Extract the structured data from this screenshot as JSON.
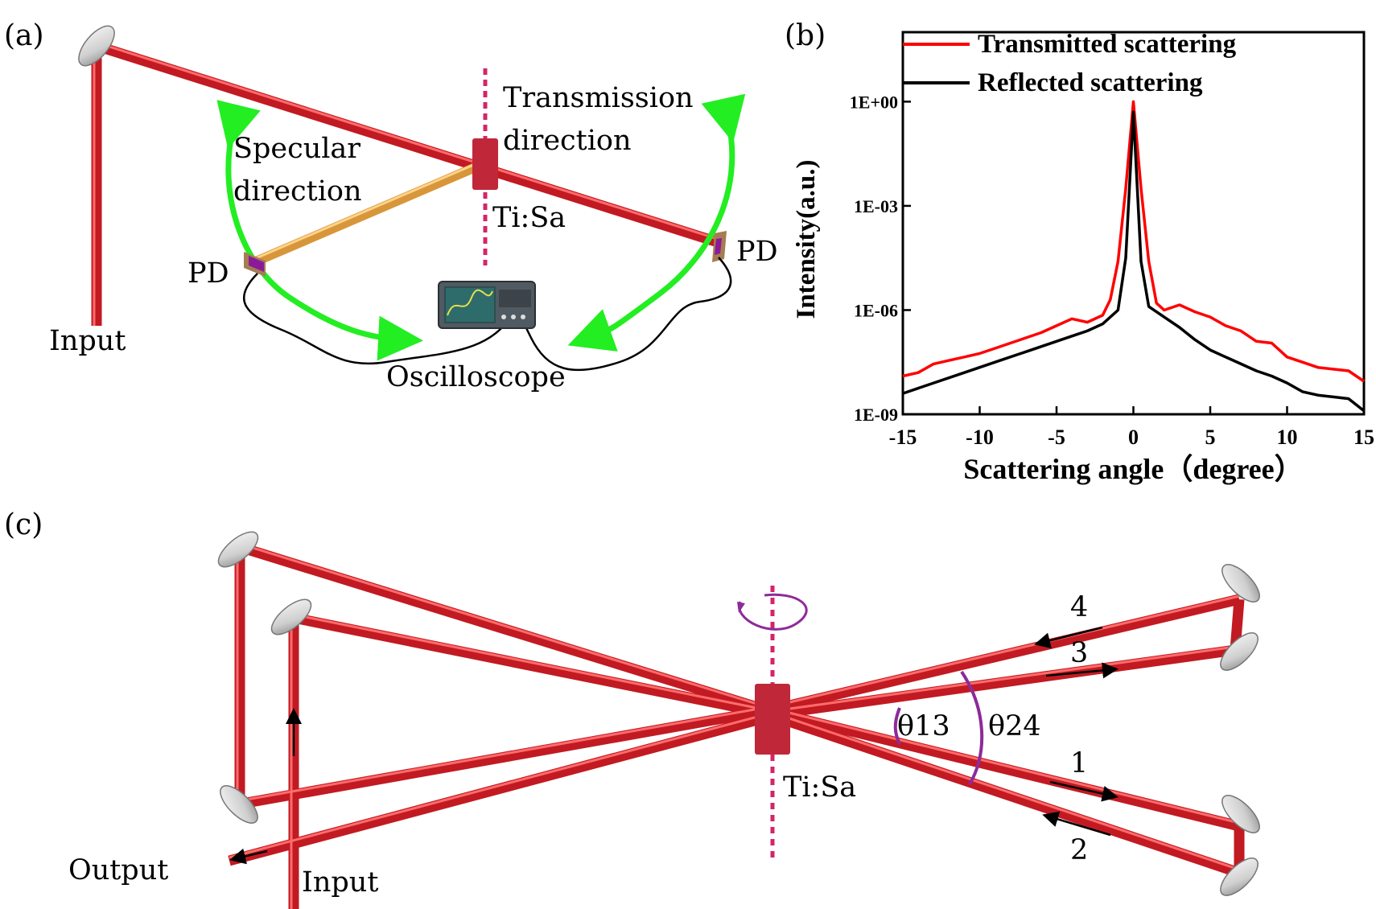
{
  "panel_a": {
    "label": "(a)",
    "input_label": "Input",
    "specular_line1": "Specular",
    "specular_line2": "direction",
    "transmission_line1": "Transmission",
    "transmission_line2": "direction",
    "crystal_label": "Ti:Sa",
    "pd_left_label": "PD",
    "pd_right_label": "PD",
    "oscilloscope_label": "Oscilloscope"
  },
  "panel_b": {
    "label": "(b)"
  },
  "panel_c": {
    "label": "(c)",
    "output_label": "Output",
    "input_label": "Input",
    "crystal_label": "Ti:Sa",
    "theta13": "θ13",
    "theta24": "θ24",
    "beam1": "1",
    "beam2": "2",
    "beam3": "3",
    "beam4": "4"
  },
  "colors": {
    "beam": "#e0202a",
    "scatter_beam": "#f0b060",
    "crystal": "#c0283a",
    "axis_dash": "#d4246a",
    "arrow_green": "#22ee22",
    "angle_purple": "#8e2a9a",
    "series_transmitted": "#ff0000",
    "series_reflected": "#000000"
  },
  "chart_data": {
    "type": "line",
    "xlabel": "Scattering angle（degree）",
    "ylabel": "Intensity(a.u.)",
    "xlim": [
      -15,
      15
    ],
    "ylim_log10": [
      -9,
      2
    ],
    "y_scale": "log",
    "x_ticks": [
      -15,
      -10,
      -5,
      0,
      5,
      10,
      15
    ],
    "x_tick_labels": [
      "-15",
      "-10",
      "-5",
      "0",
      "5",
      "10",
      "15"
    ],
    "y_ticks_log10": [
      -9,
      -6,
      -3,
      0
    ],
    "y_tick_labels": [
      "1E-09",
      "1E-06",
      "1E-03",
      "1E+00"
    ],
    "legend_position": "top",
    "series": [
      {
        "name": "Transmitted scattering",
        "color": "#ff0000",
        "x": [
          -15,
          -14,
          -13,
          -12,
          -11,
          -10,
          -9,
          -8,
          -7,
          -6,
          -5,
          -4,
          -3,
          -2,
          -1.5,
          -1,
          -0.5,
          0,
          0.5,
          1,
          1.5,
          2,
          3,
          4,
          5,
          6,
          7,
          8,
          9,
          10,
          11,
          12,
          13,
          14,
          15
        ],
        "y_log10": [
          -7.9,
          -7.8,
          -7.55,
          -7.45,
          -7.35,
          -7.25,
          -7.1,
          -6.95,
          -6.8,
          -6.65,
          -6.45,
          -6.25,
          -6.35,
          -6.15,
          -5.7,
          -4.6,
          -2.5,
          0,
          -2.5,
          -4.6,
          -5.8,
          -6.0,
          -5.85,
          -6.05,
          -6.2,
          -6.45,
          -6.6,
          -6.9,
          -6.95,
          -7.35,
          -7.5,
          -7.65,
          -7.7,
          -7.75,
          -8.05
        ]
      },
      {
        "name": "Reflected scattering",
        "color": "#000000",
        "x": [
          -15,
          -13,
          -11,
          -9,
          -7,
          -5,
          -4,
          -3,
          -2,
          -1,
          -0.5,
          0,
          0.5,
          1,
          2,
          3,
          4,
          5,
          6,
          7,
          8,
          9,
          10,
          11,
          12,
          13,
          14,
          15
        ],
        "y_log10": [
          -8.4,
          -8.1,
          -7.8,
          -7.5,
          -7.2,
          -6.9,
          -6.75,
          -6.6,
          -6.4,
          -6.0,
          -4.5,
          -0.3,
          -4.6,
          -5.9,
          -6.2,
          -6.5,
          -6.85,
          -7.15,
          -7.35,
          -7.55,
          -7.75,
          -7.9,
          -8.1,
          -8.35,
          -8.45,
          -8.5,
          -8.55,
          -8.9
        ]
      }
    ]
  }
}
